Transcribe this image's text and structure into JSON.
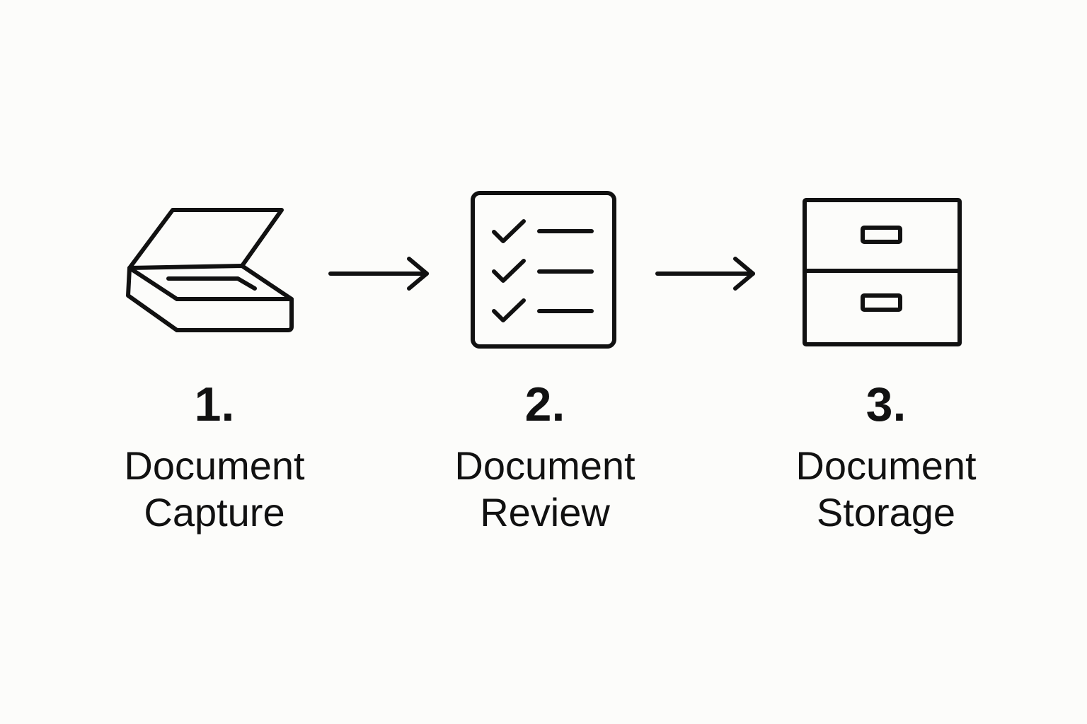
{
  "steps": [
    {
      "number": "1.",
      "line1": "Document",
      "line2": "Capture",
      "icon": "scanner-icon"
    },
    {
      "number": "2.",
      "line1": "Document",
      "line2": "Review",
      "icon": "checklist-icon"
    },
    {
      "number": "3.",
      "line1": "Document",
      "line2": "Storage",
      "icon": "filing-cabinet-icon"
    }
  ],
  "colors": {
    "background": "#fcfcfa",
    "ink": "#111111"
  }
}
